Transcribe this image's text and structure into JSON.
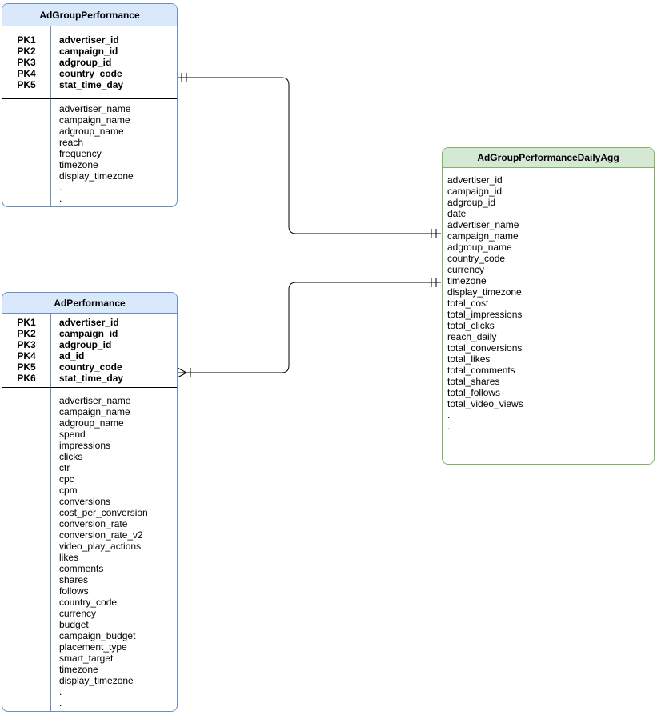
{
  "diagram": {
    "line_color": "#000000",
    "tables": [
      {
        "id": "adgroup-performance",
        "title": "AdGroupPerformance",
        "header_fill": "#dae8fc",
        "border_color": "#6c8ebf",
        "primary_keys": [
          {
            "key": "PK1",
            "field": "advertiser_id"
          },
          {
            "key": "PK2",
            "field": "campaign_id"
          },
          {
            "key": "PK3",
            "field": "adgroup_id"
          },
          {
            "key": "PK4",
            "field": "country_code"
          },
          {
            "key": "PK5",
            "field": "stat_time_day"
          }
        ],
        "fields": [
          "advertiser_name",
          "campaign_name",
          "adgroup_name",
          "reach",
          "frequency",
          "timezone",
          "display_timezone",
          ".",
          "."
        ]
      },
      {
        "id": "ad-performance",
        "title": "AdPerformance",
        "header_fill": "#dae8fc",
        "border_color": "#6c8ebf",
        "primary_keys": [
          {
            "key": "PK1",
            "field": "advertiser_id"
          },
          {
            "key": "PK2",
            "field": "campaign_id"
          },
          {
            "key": "PK3",
            "field": "adgroup_id"
          },
          {
            "key": "PK4",
            "field": "ad_id"
          },
          {
            "key": "PK5",
            "field": "country_code"
          },
          {
            "key": "PK6",
            "field": "stat_time_day"
          }
        ],
        "fields": [
          "advertiser_name",
          "campaign_name",
          "adgroup_name",
          "spend",
          "impressions",
          "clicks",
          "ctr",
          "cpc",
          "cpm",
          "conversions",
          "cost_per_conversion",
          "conversion_rate",
          "conversion_rate_v2",
          "video_play_actions",
          "likes",
          "comments",
          "shares",
          "follows",
          "country_code",
          "currency",
          "budget",
          "campaign_budget",
          "placement_type",
          "smart_target",
          "timezone",
          "display_timezone",
          ".",
          "."
        ]
      },
      {
        "id": "adgroup-performance-daily-agg",
        "title": "AdGroupPerformanceDailyAgg",
        "header_fill": "#d5e8d4",
        "border_color": "#82b366",
        "primary_keys": [],
        "fields": [
          "advertiser_id",
          "campaign_id",
          "adgroup_id",
          "date",
          "advertiser_name",
          "campaign_name",
          "adgroup_name",
          "country_code",
          "currency",
          "timezone",
          "display_timezone",
          "total_cost",
          "total_impressions",
          "total_clicks",
          "reach_daily",
          "total_conversions",
          "total_likes",
          "total_comments",
          "total_shares",
          "total_follows",
          "total_video_views",
          ".",
          "."
        ]
      }
    ],
    "relationships": [
      {
        "from_table": "AdGroupPerformance",
        "to_table": "AdGroupPerformanceDailyAgg",
        "from_cardinality": "one-and-only-one",
        "to_cardinality": "one-and-only-one"
      },
      {
        "from_table": "AdPerformance",
        "to_table": "AdGroupPerformanceDailyAgg",
        "from_cardinality": "one-or-many",
        "to_cardinality": "one-and-only-one"
      }
    ]
  }
}
